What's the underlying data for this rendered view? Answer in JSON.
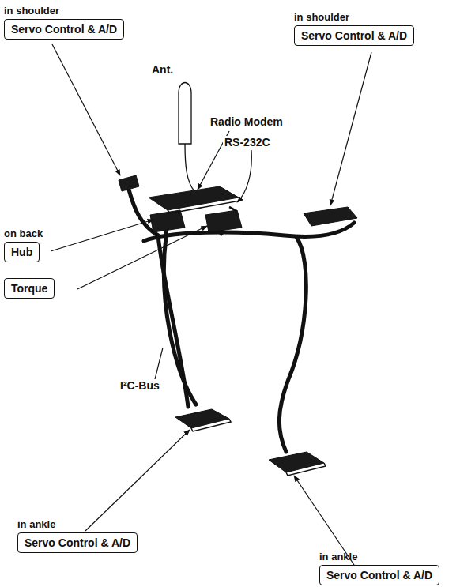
{
  "diagram": {
    "nodes": [
      {
        "text": [
          "in shoulder",
          "Servo Control & A/D"
        ]
      },
      {
        "text": [
          "in shoulder",
          "Servo Control & A/D"
        ]
      },
      {
        "text": [
          "on back",
          "Hub"
        ]
      },
      {
        "text": [
          "Torque"
        ]
      },
      {
        "text": [
          "in ankle",
          "Servo Control & A/D"
        ]
      },
      {
        "text": [
          "in ankle",
          "Servo Control & A/D"
        ]
      }
    ],
    "labels": [
      "Ant.",
      "Radio Modem",
      "RS-232C",
      "I²C-Bus"
    ]
  }
}
